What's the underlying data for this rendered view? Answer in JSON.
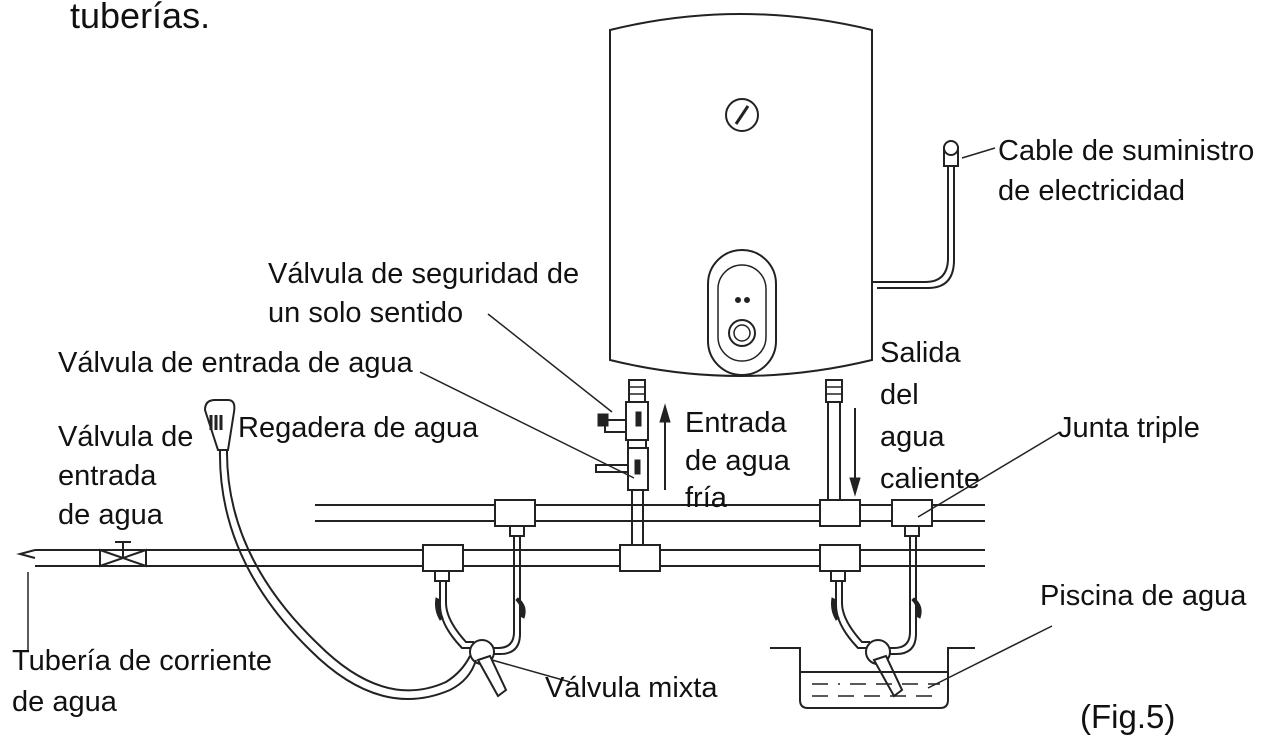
{
  "header": {
    "text": "tuberías."
  },
  "labels": {
    "cable": [
      "Cable de suministro",
      "de electricidad"
    ],
    "safety_valve": [
      "Válvula de seguridad de",
      "un solo sentido"
    ],
    "inlet_valve_top": "Válvula de entrada de agua",
    "outlet": [
      "Salida",
      "del",
      "agua",
      "caliente"
    ],
    "shower": "Regadera de agua",
    "inlet_valve_left": [
      "Válvula de",
      "entrada",
      "de agua"
    ],
    "cold_inlet": [
      "Entrada",
      "de agua",
      "fría"
    ],
    "triple_joint": "Junta triple",
    "pool": "Piscina de agua",
    "main_pipe": [
      "Tubería de corriente",
      "de agua"
    ],
    "mixing_valve": "Válvula mixta",
    "figure": "(Fig.5)"
  }
}
